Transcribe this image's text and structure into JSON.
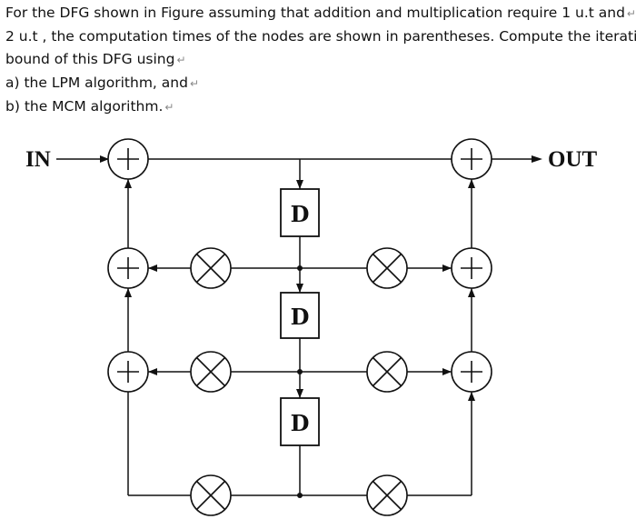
{
  "question": {
    "lines": [
      "For the DFG shown in Figure assuming that addition and multiplication require 1 u.t and",
      "2 u.t , the computation times of the nodes are shown in parentheses. Compute the iteration",
      "bound of this DFG using",
      "a) the LPM algorithm, and",
      "b) the MCM algorithm."
    ],
    "return_mark": "↵"
  },
  "diagram": {
    "input_label": "IN",
    "output_label": "OUT",
    "delay_label": "D",
    "adder_symbol": "+",
    "multiplier_symbol": "×",
    "delays": [
      "D",
      "D",
      "D"
    ],
    "left_adders": 3,
    "right_adders": 3,
    "left_multipliers": 3,
    "right_multipliers": 3
  }
}
